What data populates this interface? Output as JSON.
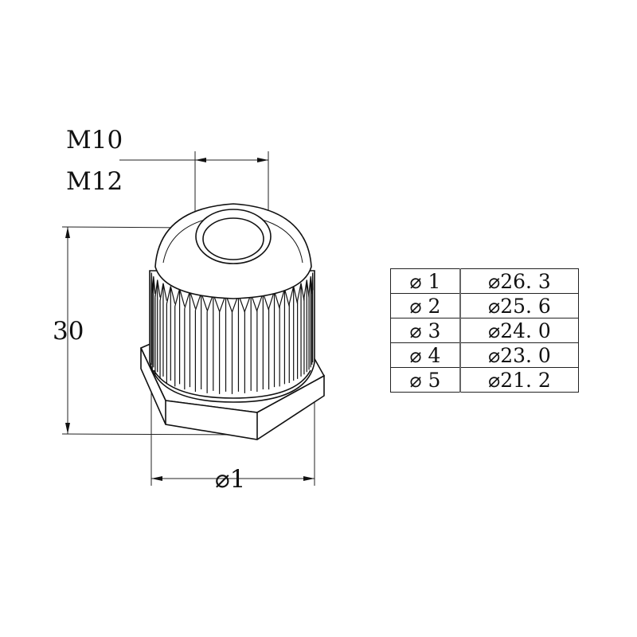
{
  "labels": {
    "thread_1": "M10",
    "thread_2": "M12",
    "height": "30",
    "diameter": "⌀1"
  },
  "table": {
    "rows": [
      {
        "key": "⌀ 1",
        "value": "⌀26. 3"
      },
      {
        "key": "⌀ 2",
        "value": "⌀25. 6"
      },
      {
        "key": "⌀ 3",
        "value": "⌀24. 0"
      },
      {
        "key": "⌀ 4",
        "value": "⌀23. 0"
      },
      {
        "key": "⌀ 5",
        "value": "⌀21. 2"
      }
    ]
  }
}
